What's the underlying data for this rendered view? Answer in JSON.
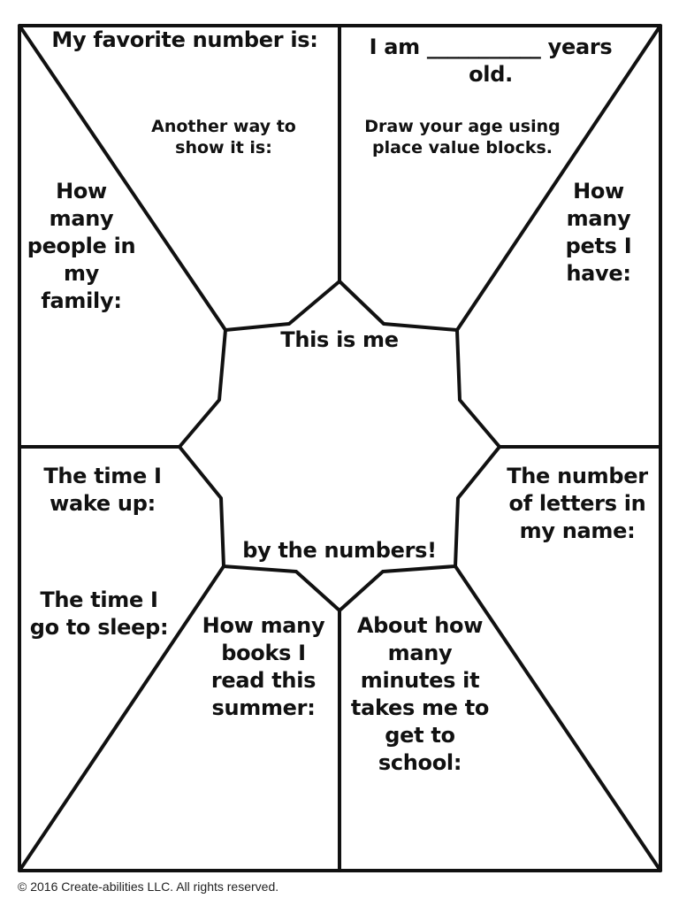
{
  "worksheet": {
    "colors": {
      "ink": "#111111",
      "background": "#ffffff"
    },
    "top_left": {
      "title": "My favorite number is:",
      "prompt": "Another way to\nshow it is:"
    },
    "top_right": {
      "title": "I am ___________ years\nold.",
      "prompt": "Draw your age using\nplace value blocks."
    },
    "left_upper": {
      "label": "How\nmany\npeople in\nmy\nfamily:"
    },
    "right_upper": {
      "label": "How\nmany\npets I\nhave:"
    },
    "center": {
      "top_text": "This is me",
      "bottom_text": "by the numbers!"
    },
    "left_lower": {
      "wake": "The time I\nwake up:",
      "sleep": "The time I\ngo to sleep:"
    },
    "right_lower": {
      "label": "The number\nof letters in\nmy name:"
    },
    "bottom_left": {
      "label": "How many\nbooks I\nread this\nsummer:"
    },
    "bottom_right": {
      "label": "About how\nmany\nminutes it\ntakes me to\nget to\nschool:"
    },
    "footer": "© 2016 Create-abilities LLC. All rights reserved."
  }
}
